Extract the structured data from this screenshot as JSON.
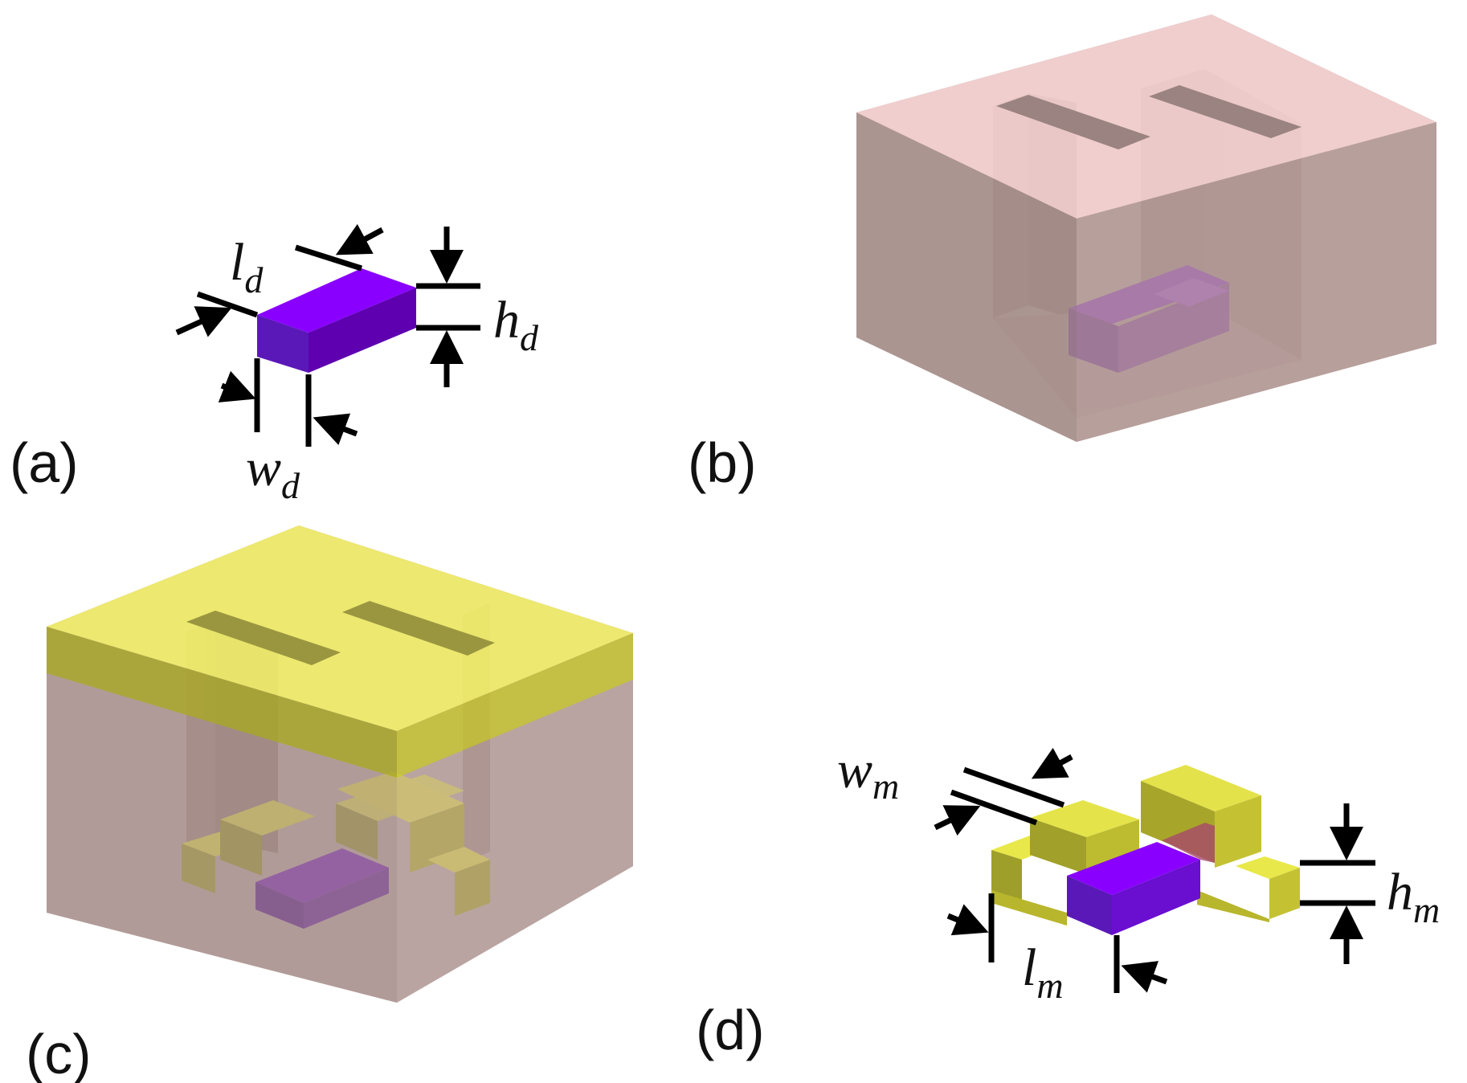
{
  "panels": [
    {
      "id": "a",
      "label": "(a)"
    },
    {
      "id": "b",
      "label": "(b)"
    },
    {
      "id": "c",
      "label": "(c)"
    },
    {
      "id": "d",
      "label": "(d)"
    }
  ],
  "dimensions": {
    "l_d": {
      "symbol": "l",
      "sub": "d"
    },
    "h_d": {
      "symbol": "h",
      "sub": "d"
    },
    "w_d": {
      "symbol": "w",
      "sub": "d"
    },
    "w_m": {
      "symbol": "w",
      "sub": "m"
    },
    "h_m": {
      "symbol": "h",
      "sub": "m"
    },
    "l_m": {
      "symbol": "l",
      "sub": "m"
    }
  },
  "colors": {
    "dielectric_top": "#8a00ff",
    "dielectric_front": "#5a18b8",
    "dielectric_side": "#5e00b0",
    "metal_yellow": "#e8e84a",
    "host_pink": "#f7d3d3",
    "host_shadow": "#a58e8b",
    "arrow": "#000000"
  }
}
